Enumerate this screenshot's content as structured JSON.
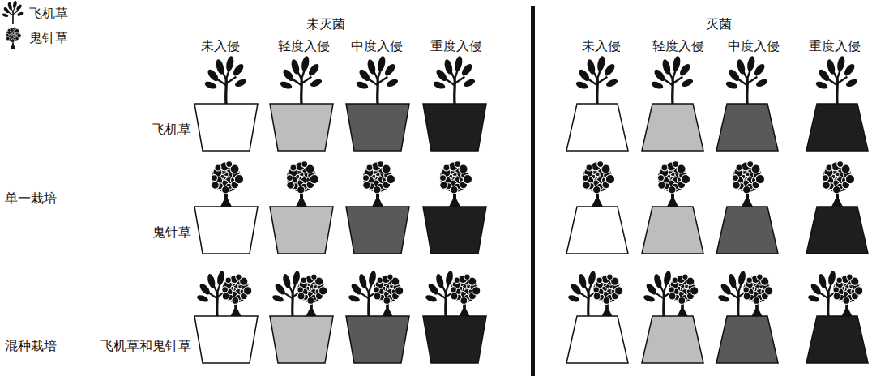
{
  "diagram": {
    "labels": [
      "未灭菌",
      "灭菌",
      "未入侵",
      "轻度入侵",
      "中度入侵",
      "重度入侵",
      "未入侵",
      "轻度入侵",
      "中度入侵",
      "重度入侵",
      "飞机草",
      "鬼针草",
      "单一栽培",
      "飞机草和鬼针草",
      "混种栽培"
    ],
    "legend": [
      {
        "text": "飞机草"
      },
      {
        "text": "鬼针草"
      }
    ]
  }
}
